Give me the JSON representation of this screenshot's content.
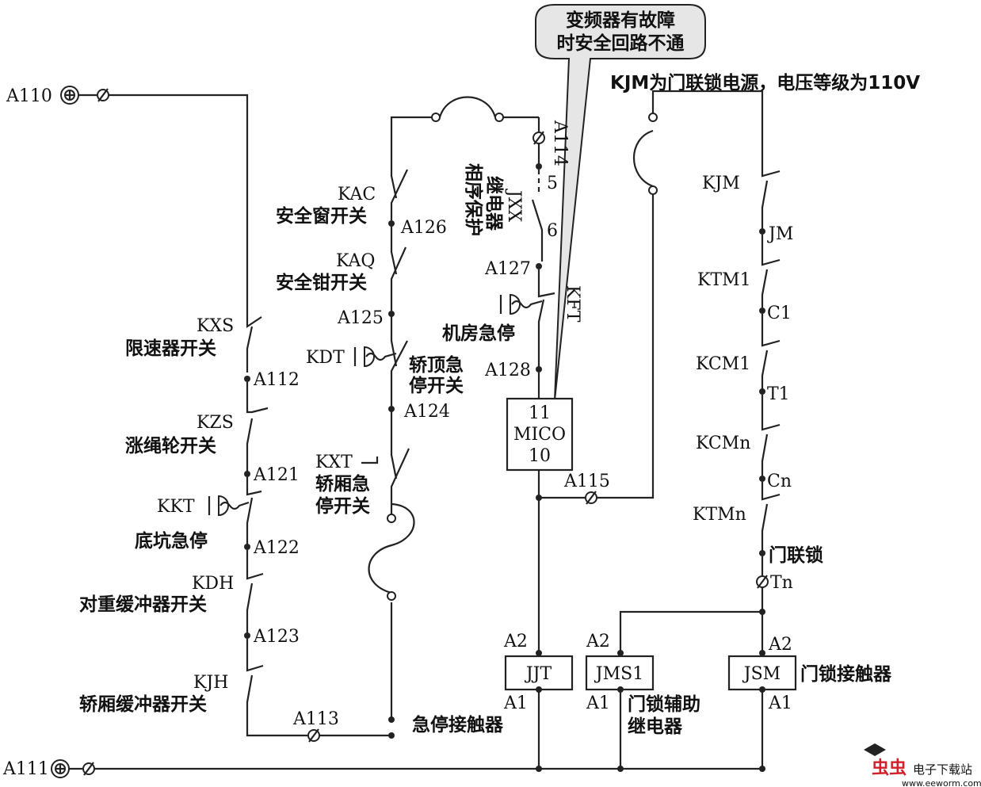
{
  "callout": {
    "line1": "变频器有故障",
    "line2": "时安全回路不通"
  },
  "header_note": "KJM为门联锁电源，电压等级为110V",
  "terminals": {
    "a110": "A110",
    "a111": "A111"
  },
  "left_column": {
    "kxs": "KXS",
    "kxs_name": "限速器开关",
    "a112": "A112",
    "kzs": "KZS",
    "kzs_name": "涨绳轮开关",
    "a121": "A121",
    "kkt": "KKT",
    "kkt_name": "底坑急停",
    "a122": "A122",
    "kdh": "KDH",
    "kdh_name": "对重缓冲器开关",
    "a123": "A123",
    "kjh": "KJH",
    "kjh_name": "轿厢缓冲器开关",
    "a113": "A113"
  },
  "middle_column": {
    "kac": "KAC",
    "kac_name": "安全窗开关",
    "a126": "A126",
    "kaq": "KAQ",
    "kaq_name": "安全钳开关",
    "a125": "A125",
    "kdt": "KDT",
    "kdt_name_1": "轿顶急",
    "kdt_name_2": "停开关",
    "a124": "A124",
    "kxt": "KXT",
    "kxt_name_1": "轿厢急",
    "kxt_name_2": "停开关",
    "jjt_caption": "急停接触器"
  },
  "right_middle": {
    "a114": "A114",
    "pin5": "5",
    "pin6": "6",
    "jxx_name_1": "相序保护",
    "jxx_name_2": "继电器",
    "jxx": "JXX",
    "a127": "A127",
    "kft": "KFT",
    "kft_name": "机房急停",
    "a128": "A128",
    "mico_1": "11",
    "mico_2": "MICO",
    "mico_3": "10",
    "a115": "A115"
  },
  "right_column": {
    "kjm": "KJM",
    "jm": "JM",
    "ktm1": "KTM1",
    "c1": "C1",
    "kcm1": "KCM1",
    "t1": "T1",
    "kcmn": "KCMn",
    "cn": "Cn",
    "ktmn": "KTMn",
    "door_lock": "门联锁",
    "tn": "Tn"
  },
  "coils": {
    "jjt": "JJT",
    "jms1": "JMS1",
    "jsm": "JSM",
    "a2": "A2",
    "a1": "A1",
    "jms1_caption_1": "门锁辅助",
    "jms1_caption_2": "继电器",
    "jsm_caption": "门锁接触器"
  },
  "watermark": {
    "brand": "电子下载站",
    "url": "www.eeworm.com"
  }
}
